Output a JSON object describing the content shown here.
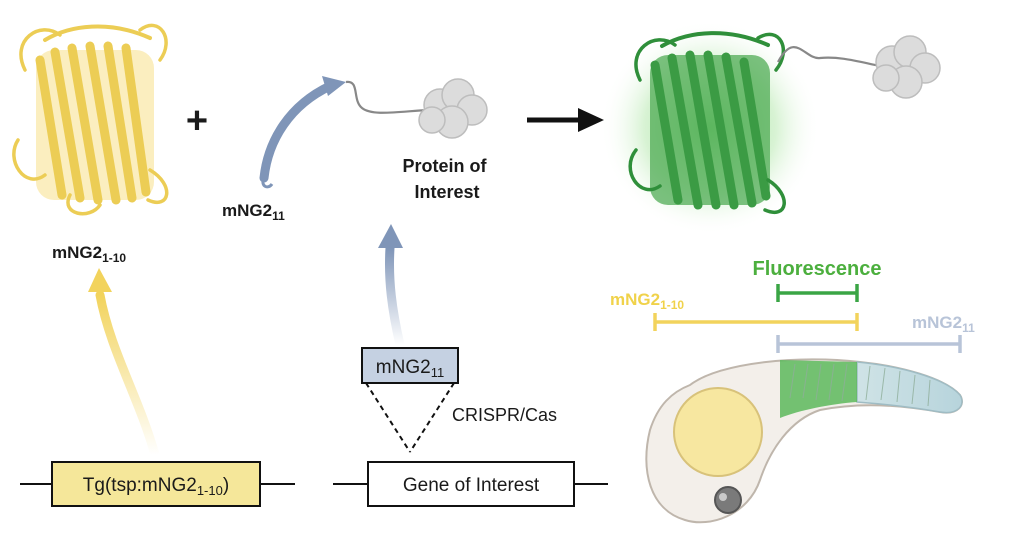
{
  "labels": {
    "mng2_1_10": {
      "base": "mNG2",
      "sub": "1-10"
    },
    "mng2_11": {
      "base": "mNG2",
      "sub": "11"
    },
    "plus": "+",
    "protein_of_interest_line1": "Protein of",
    "protein_of_interest_line2": "Interest",
    "fluorescence": "Fluorescence",
    "right_mng2_1_10": {
      "base": "mNG2",
      "sub": "1-10"
    },
    "right_mng2_11": {
      "base": "mNG2",
      "sub": "11"
    },
    "box_mng2_11": {
      "base": "mNG2",
      "sub": "11"
    },
    "crispr": "CRISPR/Cas",
    "transgene": {
      "prefix": "Tg(tsp:mNG2",
      "sub": "1-10",
      "suffix": ")"
    },
    "gene_of_interest": "Gene of Interest"
  },
  "colors": {
    "yellow": "#f2d35c",
    "yellow_text": "#f0d24a",
    "green": "#3aa545",
    "green_text": "#4caf3e",
    "blue_grey": "#7f95b8",
    "blue_grey_light": "#b8c4d8",
    "box_blue": "#c5d1e2",
    "box_yellow": "#f5e79a",
    "cloud": "#d9d9d9",
    "text": "#1a1a1a"
  }
}
